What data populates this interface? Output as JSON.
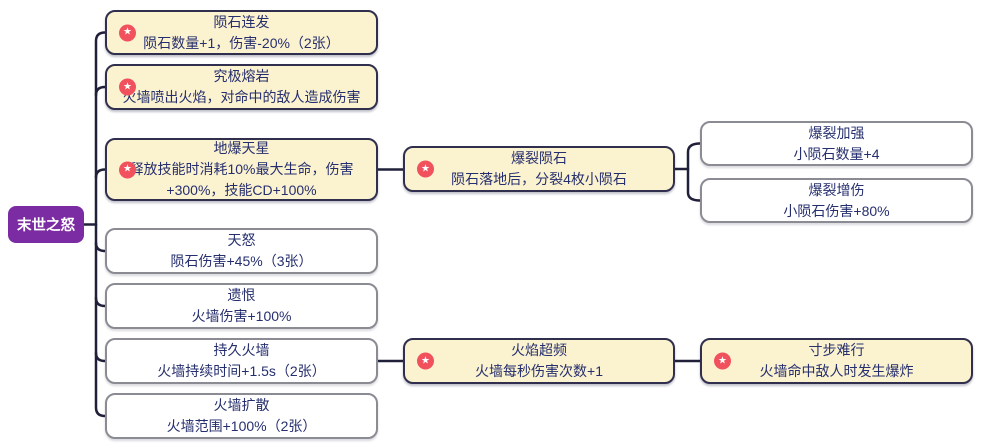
{
  "root": {
    "label": "末世之怒"
  },
  "nodes": [
    {
      "title": "陨石连发",
      "desc": "陨石数量+1，伤害-20%（2张）",
      "starred": true
    },
    {
      "title": "究极熔岩",
      "desc": "火墙喷出火焰，对命中的敌人造成伤害",
      "starred": true
    },
    {
      "title": "地爆天星",
      "desc": "释放技能时消耗10%最大生命，伤害+300%，技能CD+100%",
      "starred": true
    },
    {
      "title": "爆裂陨石",
      "desc": "陨石落地后，分裂4枚小陨石",
      "starred": true
    },
    {
      "title": "爆裂加强",
      "desc": "小陨石数量+4",
      "starred": false
    },
    {
      "title": "爆裂增伤",
      "desc": "小陨石伤害+80%",
      "starred": false
    },
    {
      "title": "天怒",
      "desc": "陨石伤害+45%（3张）",
      "starred": false
    },
    {
      "title": "遗恨",
      "desc": "火墙伤害+100%",
      "starred": false
    },
    {
      "title": "持久火墙",
      "desc": "火墙持续时间+1.5s（2张）",
      "starred": false
    },
    {
      "title": "火焰超频",
      "desc": "火墙每秒伤害次数+1",
      "starred": true
    },
    {
      "title": "寸步难行",
      "desc": "火墙命中敌人时发生爆炸",
      "starred": true
    },
    {
      "title": "火墙扩散",
      "desc": "火墙范围+100%（2张）",
      "starred": false
    }
  ],
  "icons": {
    "star": "★"
  },
  "colors": {
    "root_bg": "#7b2ca3",
    "starred_node_bg": "#fbf2d0",
    "starred_node_border": "#30304e",
    "plain_node_bg": "#ffffff",
    "plain_node_border": "#8b8b94",
    "text": "#262f6e",
    "connector_line": "#20203a",
    "star_badge": "#f0515d"
  }
}
